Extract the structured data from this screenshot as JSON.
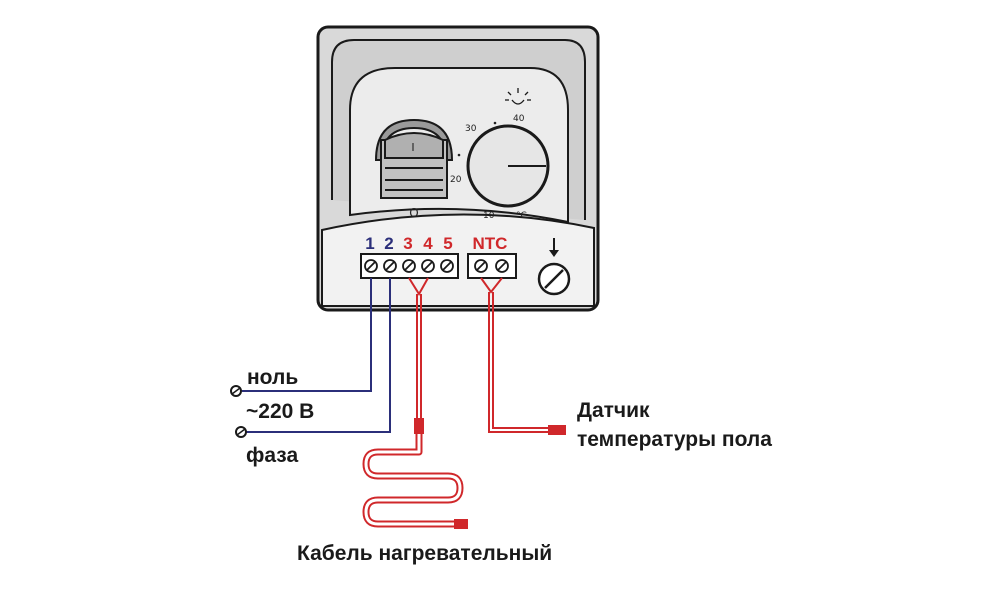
{
  "dial": {
    "ticks": [
      "10",
      "20",
      "30",
      "40"
    ],
    "unit": "°C"
  },
  "switch": {
    "on_mark": "I",
    "off_mark": "O"
  },
  "terminals": {
    "t1": "1",
    "t2": "2",
    "t3": "3",
    "t4": "4",
    "t5": "5",
    "ntc": "NTC"
  },
  "labels": {
    "neutral": "ноль",
    "voltage": "~220 В",
    "phase": "фаза",
    "sensor_line1": "Датчик",
    "sensor_line2": "температуры пола",
    "cable": "Кабель нагревательный"
  },
  "colors": {
    "neutral_phase_wire": "#2b2f7a",
    "heating_wire": "#d0282b",
    "housing": "#d6d6d6",
    "outline": "#1a1a1a"
  }
}
